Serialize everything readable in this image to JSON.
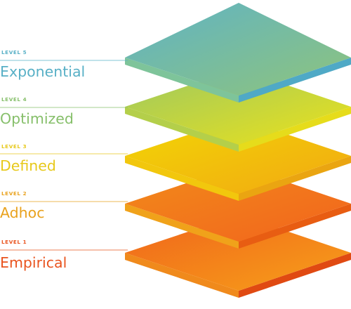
{
  "levels": [
    {
      "tag": "LEVEL 1",
      "name": "Empirical",
      "color": "#e9541f",
      "top_from": "#f0641b",
      "top_to": "#f7a01a",
      "side": "#e04a12",
      "front": "#f08a1c"
    },
    {
      "tag": "LEVEL 2",
      "name": "Adhoc",
      "color": "#e9a21e",
      "top_from": "#f28b1a",
      "top_to": "#f2641d",
      "side": "#e85d12",
      "front": "#f0a21a"
    },
    {
      "tag": "LEVEL 3",
      "name": "Defined",
      "color": "#e7c91b",
      "top_from": "#f2d705",
      "top_to": "#f2a812",
      "side": "#eaa511",
      "front": "#f2c70d"
    },
    {
      "tag": "LEVEL 4",
      "name": "Optimized",
      "color": "#86bf6a",
      "top_from": "#9cc862",
      "top_to": "#ece21a",
      "side": "#e6dc1b",
      "front": "#b4cf4a"
    },
    {
      "tag": "LEVEL 5",
      "name": "Exponential",
      "color": "#58b0c6",
      "top_from": "#5fb3c6",
      "top_to": "#8fc47b",
      "side": "#4fa9c6",
      "front": "#7ec49a"
    }
  ]
}
